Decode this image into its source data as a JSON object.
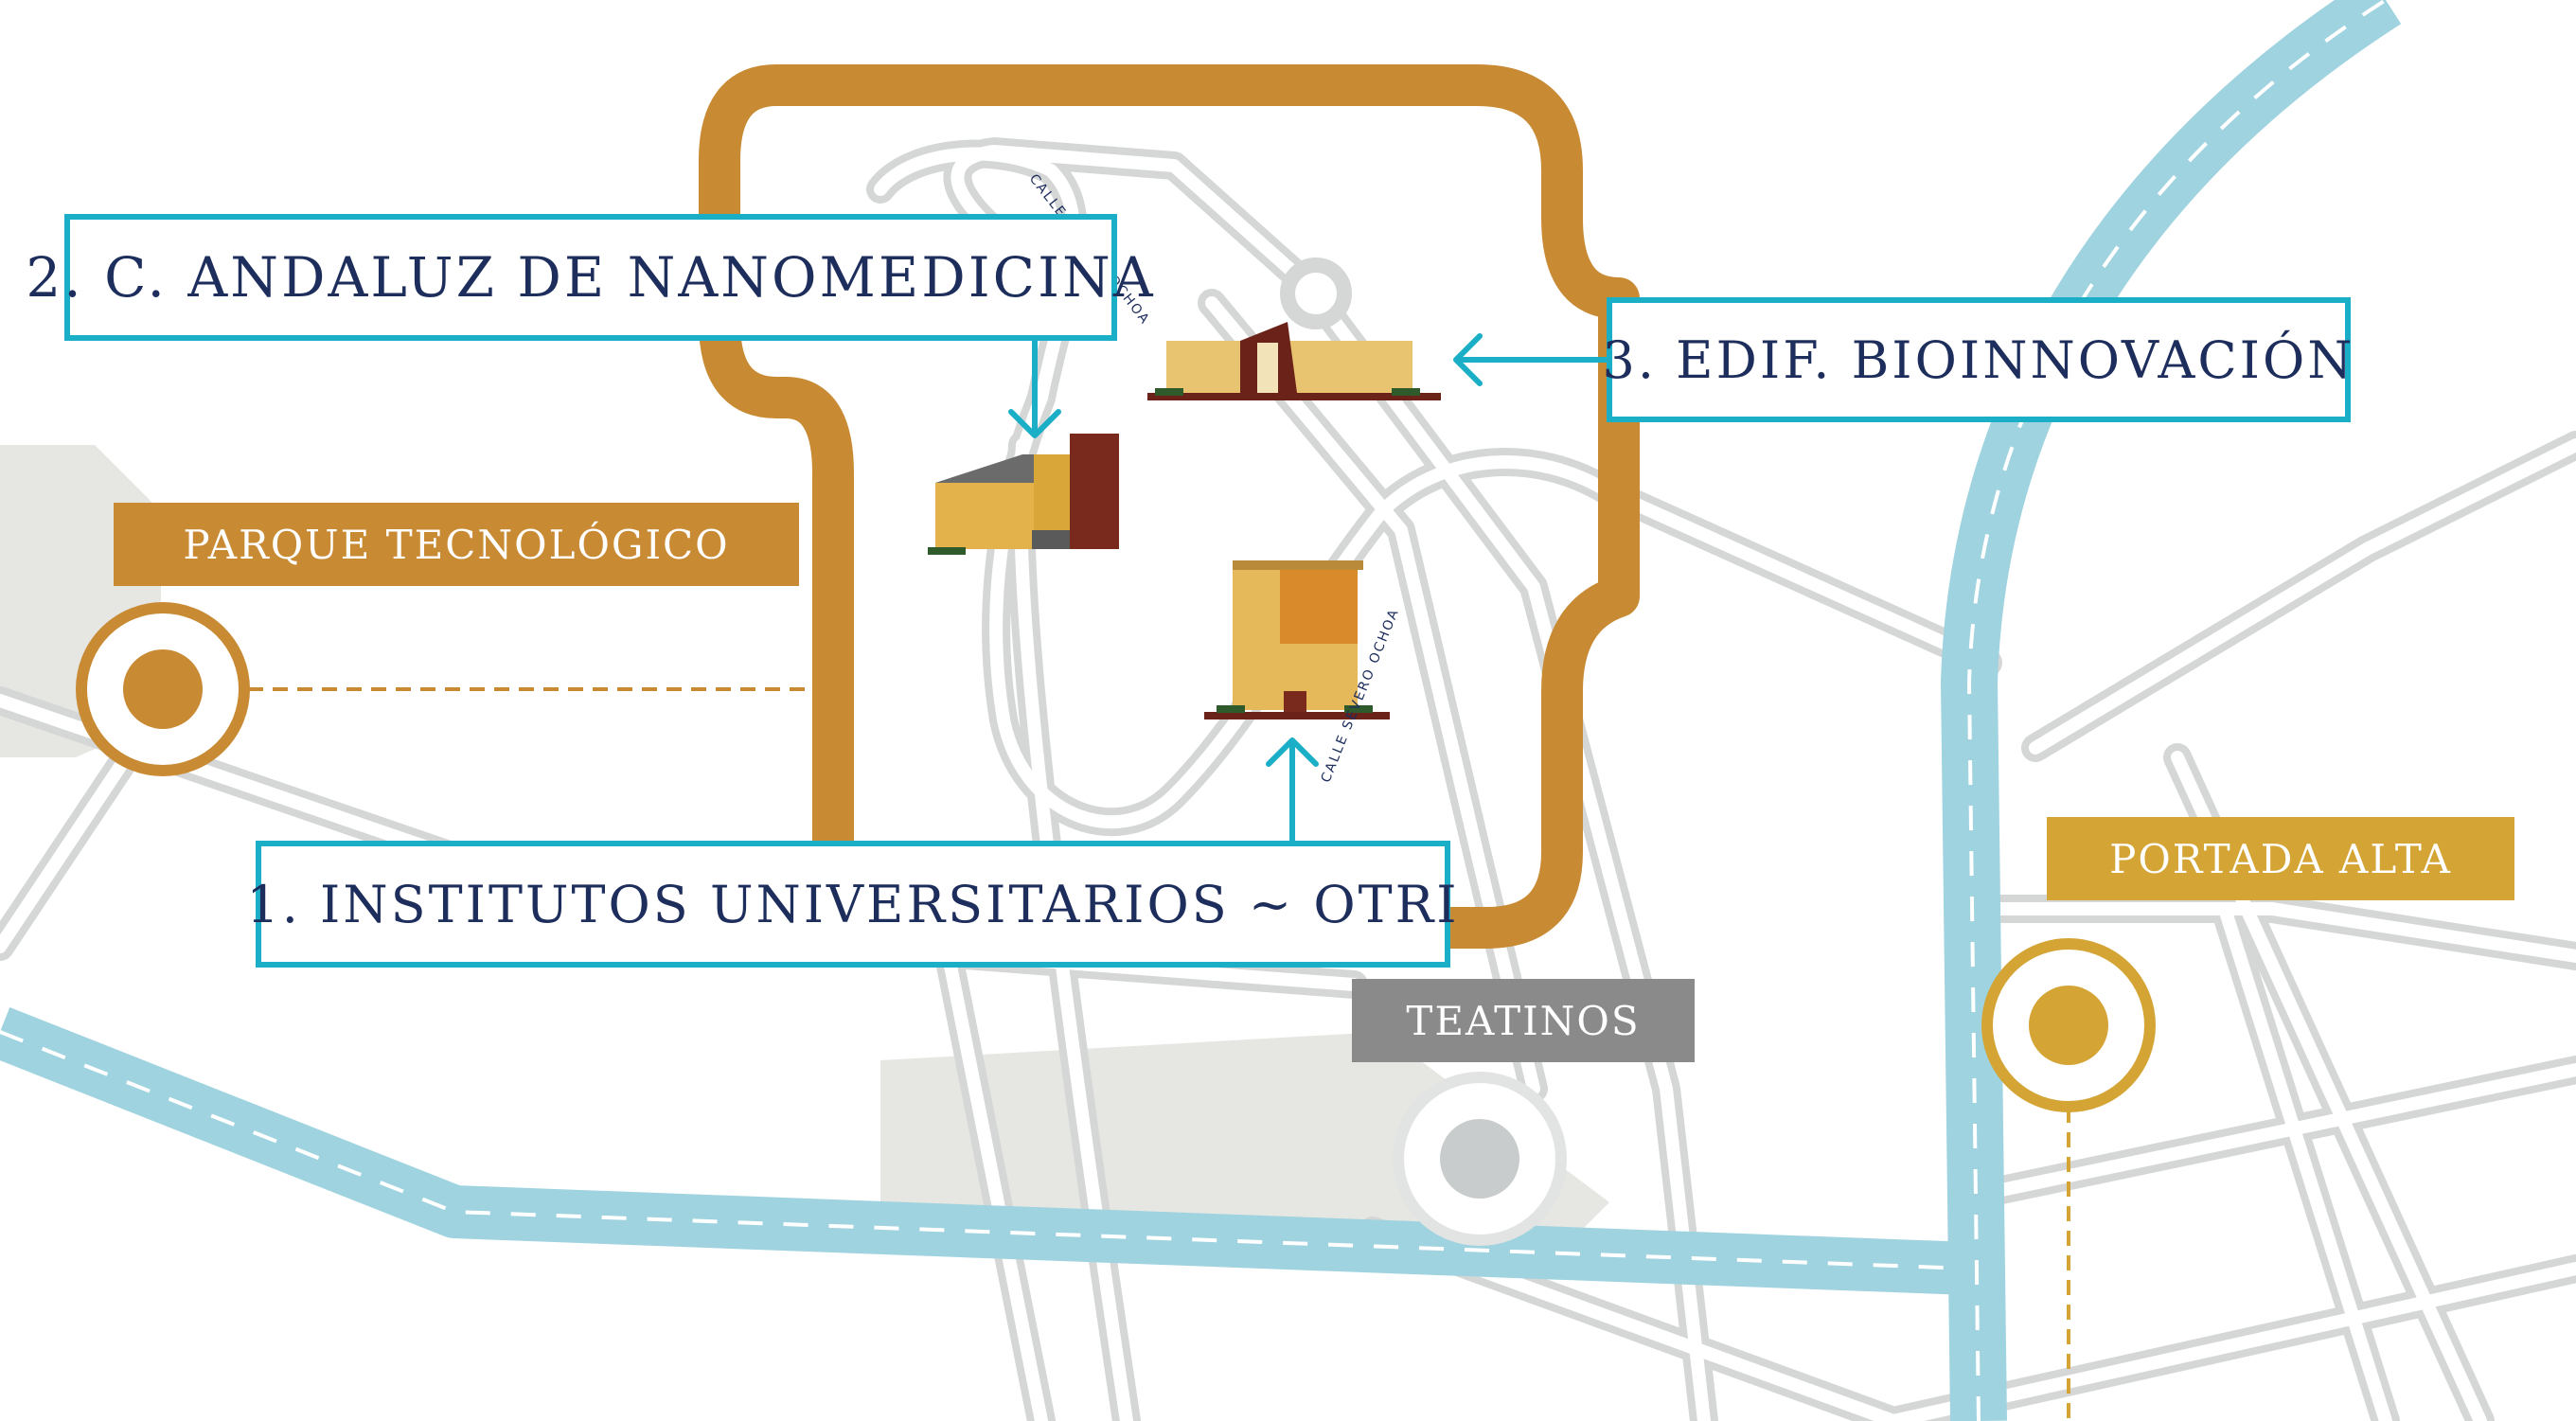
{
  "map": {
    "colors": {
      "campus_outline": "#c98a34",
      "highway": "#9fd3df",
      "road": "#dcdedd",
      "accent": "#1aaec7",
      "text_dark": "#1d2d5c",
      "parque": "#c98a34",
      "portada": "#d4a435",
      "teatinos": "#8a8a8a"
    },
    "labels": {
      "nanomedicina": "2. C. ANDALUZ DE NANOMEDICINA",
      "bioinnovacion": "3. EDIF. BIOINNOVACIÓN",
      "institutos": "1. INSTITUTOS UNIVERSITARIOS ~ OTRI"
    },
    "areas": {
      "parque": "PARQUE TECNOLÓGICO",
      "portada": "PORTADA ALTA",
      "teatinos": "TEATINOS"
    },
    "streets": {
      "severo_ochoa_top": "CALLE SEVERO OCHOA",
      "severo_ochoa_bottom": "CALLE SEVERO OCHOA"
    },
    "icons": {
      "parque_marker": "location-pin-icon",
      "portada_marker": "location-pin-icon",
      "teatinos_marker": "location-pin-icon",
      "building_nanomedicina": "building-icon",
      "building_bioinnovacion": "building-icon",
      "building_institutos": "building-icon"
    }
  }
}
